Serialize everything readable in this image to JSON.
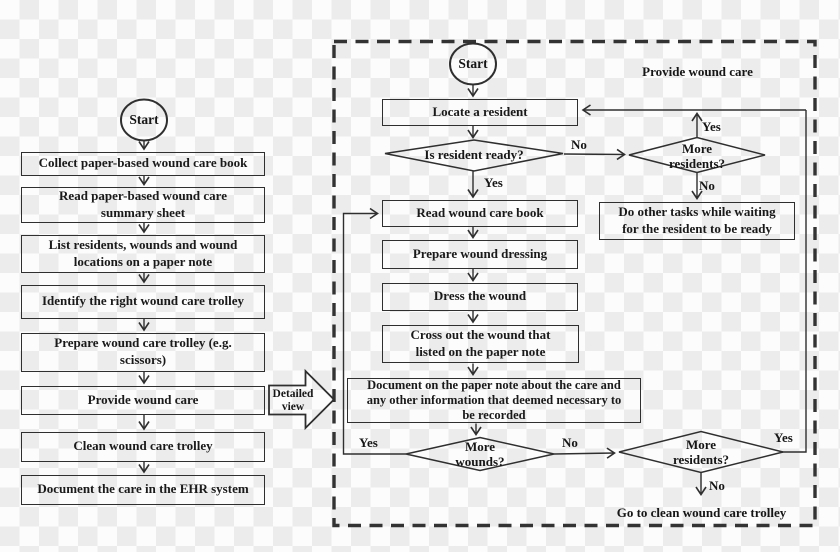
{
  "palette": {
    "stroke": "#2f2f2f",
    "text": "#1a1a1a",
    "checker_light": "#fcfcfc",
    "checker_dark": "#ececec"
  },
  "overview": {
    "start": "Start",
    "steps": [
      {
        "label": "Collect paper-based  wound care book"
      },
      {
        "label": "Read paper-based wound care\nsummary sheet"
      },
      {
        "label": "List residents, wounds and wound\nlocations on a paper note"
      },
      {
        "label": "Identify the right wound care trolley"
      },
      {
        "label": "Prepare wound care trolley (e.g.\nscissors)"
      },
      {
        "label": "Provide wound care"
      },
      {
        "label": "Clean wound care trolley"
      },
      {
        "label": "Document the care in the EHR system"
      }
    ],
    "detailed_view": "Detailed\nview"
  },
  "detail": {
    "title": "Provide wound care",
    "start": "Start",
    "locate": "Locate a resident",
    "ready_q": "Is resident ready?",
    "read_book": "Read wound care book",
    "prepare_dressing": "Prepare wound dressing",
    "dress": "Dress the wound",
    "cross_out": "Cross out the wound that\nlisted on the paper note",
    "document_note": "Document on the paper note about the care and\nany other information that deemed necessary to\nbe recorded",
    "do_other_tasks": "Do other tasks while waiting\nfor the resident to be ready",
    "more_wounds_q": "More\nwounds?",
    "more_residents_top_q": "More\nresidents?",
    "more_residents_bottom_q": "More\nresidents?",
    "footer": "Go to clean wound care trolley"
  },
  "edge_labels": {
    "yes": "Yes",
    "no": "No"
  }
}
